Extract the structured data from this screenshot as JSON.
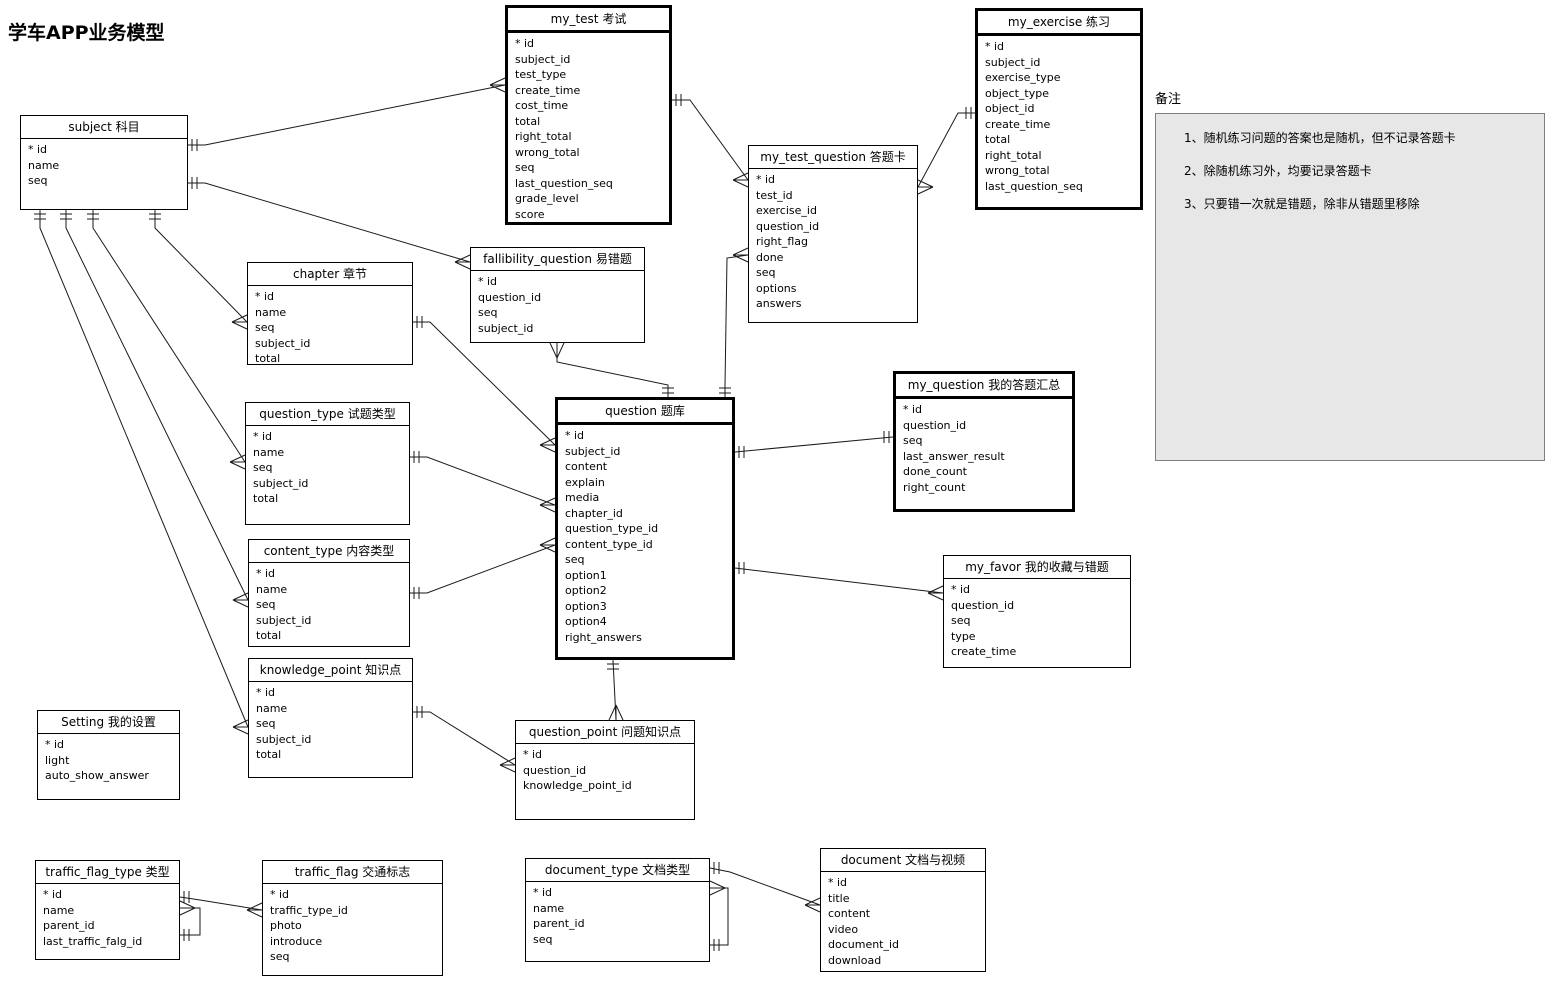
{
  "title": "学车APP业务模型",
  "colors": {
    "line": "#1a1a1a",
    "table_border": "#000000",
    "notes_background": "#e7e7e7",
    "background": "#ffffff"
  },
  "notes": {
    "label": "备注",
    "items": [
      "1、随机练习问题的答案也是随机，但不记录答题卡",
      "2、除随机练习外，均要记录答题卡",
      "3、只要错一次就是错题，除非从错题里移除"
    ]
  },
  "tables": [
    {
      "id": "subject",
      "title": "subject 科目",
      "emphasis": false,
      "fields": [
        "* id",
        "name",
        "seq"
      ]
    },
    {
      "id": "my_test",
      "title": "my_test 考试",
      "emphasis": true,
      "fields": [
        "* id",
        "subject_id",
        "test_type",
        "create_time",
        "cost_time",
        "total",
        "right_total",
        "wrong_total",
        "seq",
        "last_question_seq",
        "grade_level",
        "score"
      ]
    },
    {
      "id": "my_exercise",
      "title": "my_exercise 练习",
      "emphasis": true,
      "fields": [
        "* id",
        "subject_id",
        "exercise_type",
        "object_type",
        "object_id",
        "create_time",
        "total",
        "right_total",
        "wrong_total",
        "last_question_seq"
      ]
    },
    {
      "id": "my_test_question",
      "title": "my_test_question 答题卡",
      "emphasis": false,
      "fields": [
        "* id",
        "test_id",
        "exercise_id",
        "question_id",
        "right_flag",
        "done",
        "seq",
        "options",
        "answers"
      ]
    },
    {
      "id": "fallibility_question",
      "title": "fallibility_question 易错题",
      "emphasis": false,
      "fields": [
        "* id",
        "question_id",
        "seq",
        "subject_id"
      ]
    },
    {
      "id": "chapter",
      "title": "chapter 章节",
      "emphasis": false,
      "fields": [
        "* id",
        "name",
        "seq",
        "subject_id",
        "total"
      ]
    },
    {
      "id": "question_type",
      "title": "question_type 试题类型",
      "emphasis": false,
      "fields": [
        "* id",
        "name",
        "seq",
        "subject_id",
        "total"
      ]
    },
    {
      "id": "content_type",
      "title": "content_type 内容类型",
      "emphasis": false,
      "fields": [
        "* id",
        "name",
        "seq",
        "subject_id",
        "total"
      ]
    },
    {
      "id": "knowledge_point",
      "title": "knowledge_point 知识点",
      "emphasis": false,
      "fields": [
        "* id",
        "name",
        "seq",
        "subject_id",
        "total"
      ]
    },
    {
      "id": "question",
      "title": "question 题库",
      "emphasis": true,
      "fields": [
        "* id",
        "subject_id",
        "content",
        "explain",
        "media",
        "chapter_id",
        "question_type_id",
        "content_type_id",
        "seq",
        "option1",
        "option2",
        "option3",
        "option4",
        "right_answers"
      ]
    },
    {
      "id": "my_question",
      "title": "my_question 我的答题汇总",
      "emphasis": true,
      "fields": [
        "* id",
        "question_id",
        "seq",
        "last_answer_result",
        "done_count",
        "right_count"
      ]
    },
    {
      "id": "my_favor",
      "title": "my_favor 我的收藏与错题",
      "emphasis": false,
      "fields": [
        "* id",
        "question_id",
        "seq",
        "type",
        "create_time"
      ]
    },
    {
      "id": "setting",
      "title": "Setting 我的设置",
      "emphasis": false,
      "fields": [
        "* id",
        "light",
        "auto_show_answer"
      ]
    },
    {
      "id": "question_point",
      "title": "question_point 问题知识点",
      "emphasis": false,
      "fields": [
        "* id",
        "question_id",
        "knowledge_point_id"
      ]
    },
    {
      "id": "traffic_flag_type",
      "title": "traffic_flag_type 类型",
      "emphasis": false,
      "fields": [
        "* id",
        "name",
        "parent_id",
        "last_traffic_falg_id"
      ]
    },
    {
      "id": "traffic_flag",
      "title": "traffic_flag 交通标志",
      "emphasis": false,
      "fields": [
        "* id",
        "traffic_type_id",
        "photo",
        "introduce",
        "seq"
      ]
    },
    {
      "id": "document_type",
      "title": "document_type 文档类型",
      "emphasis": false,
      "fields": [
        "* id",
        "name",
        "parent_id",
        "seq"
      ]
    },
    {
      "id": "document",
      "title": "document 文档与视频",
      "emphasis": false,
      "fields": [
        "* id",
        "title",
        "content",
        "video",
        "document_id",
        "download"
      ]
    }
  ]
}
